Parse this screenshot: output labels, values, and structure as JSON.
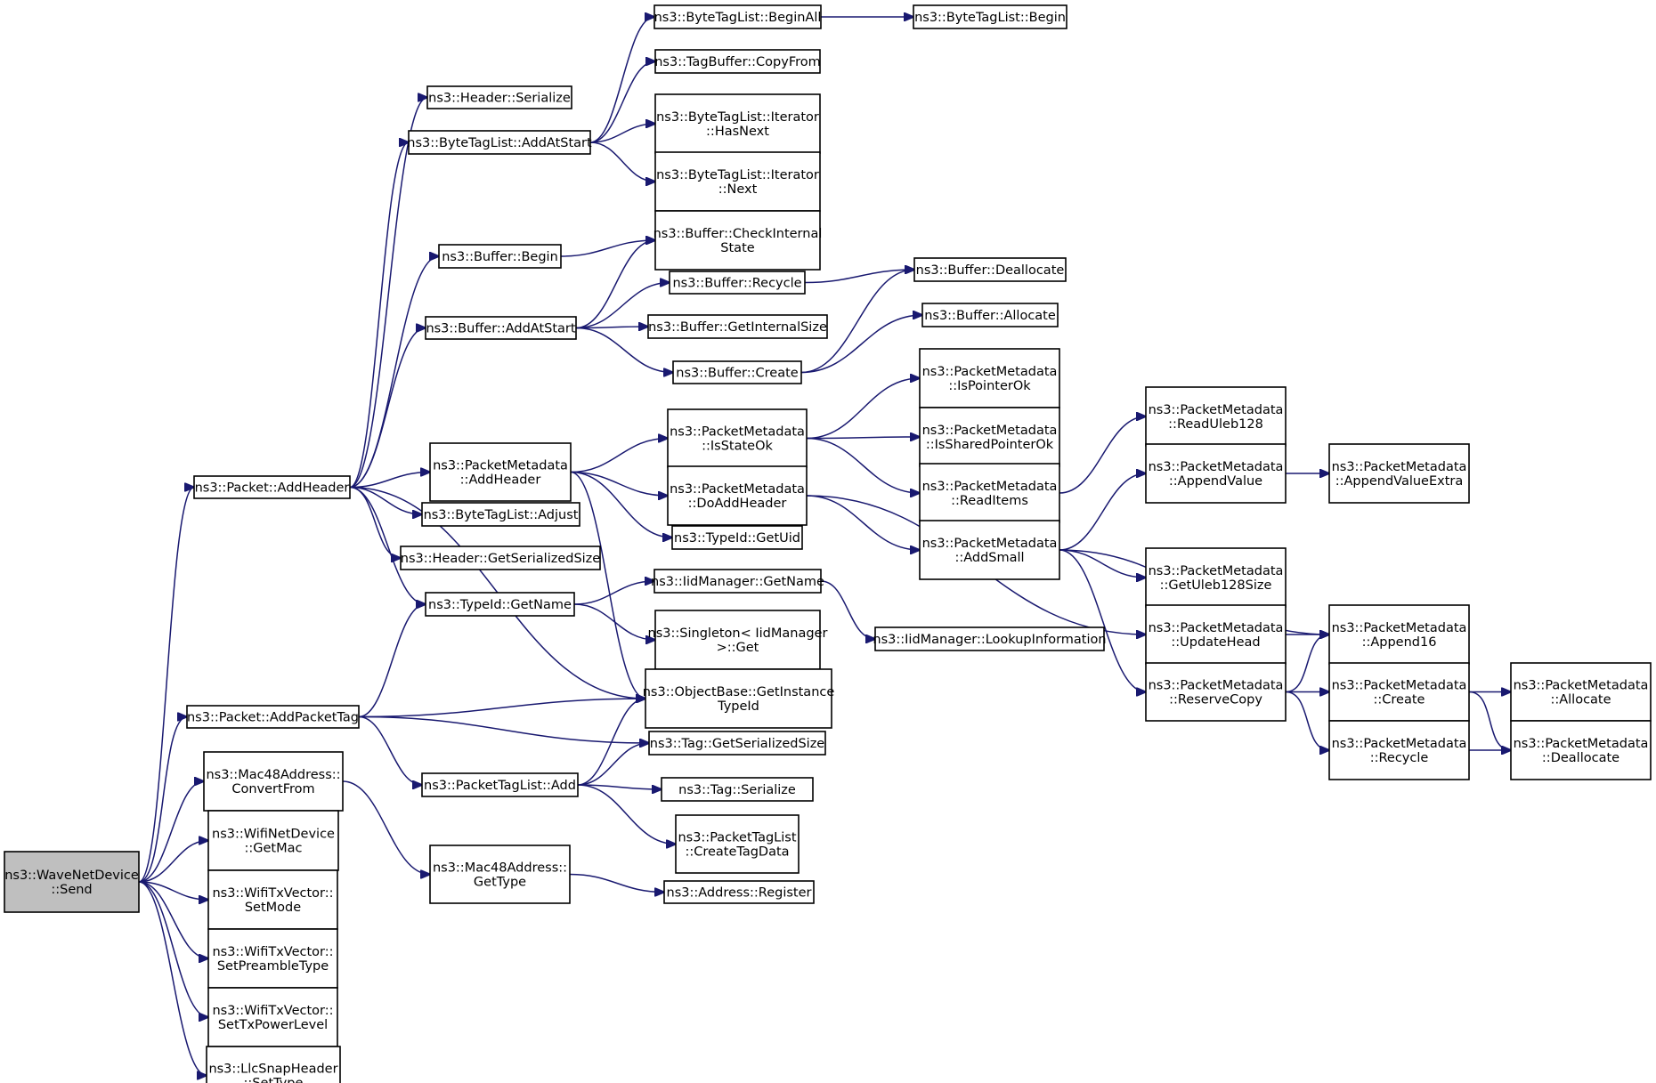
{
  "colors": {
    "edge": "#191970",
    "node_fill": "#ffffff",
    "root_fill": "#bfbfbf",
    "node_border": "#000000",
    "text": "#000000"
  },
  "nodes": {
    "send": {
      "lines": [
        "ns3::WaveNetDevice",
        "::Send"
      ],
      "root": true
    },
    "addheader": {
      "lines": [
        "ns3::Packet::AddHeader"
      ]
    },
    "addpackettag": {
      "lines": [
        "ns3::Packet::AddPacketTag"
      ]
    },
    "convertfrom": {
      "lines": [
        "ns3::Mac48Address::",
        "ConvertFrom"
      ]
    },
    "getmac": {
      "lines": [
        "ns3::WifiNetDevice",
        "::GetMac"
      ]
    },
    "setmode": {
      "lines": [
        "ns3::WifiTxVector::",
        "SetMode"
      ]
    },
    "setpreamble": {
      "lines": [
        "ns3::WifiTxVector::",
        "SetPreambleType"
      ]
    },
    "settxpower": {
      "lines": [
        "ns3::WifiTxVector::",
        "SetTxPowerLevel"
      ]
    },
    "settype": {
      "lines": [
        "ns3::LlcSnapHeader",
        "::SetType"
      ]
    },
    "hdrserialize": {
      "lines": [
        "ns3::Header::Serialize"
      ]
    },
    "btl_addatstart": {
      "lines": [
        "ns3::ByteTagList::AddAtStart"
      ]
    },
    "buf_begin": {
      "lines": [
        "ns3::Buffer::Begin"
      ]
    },
    "buf_addatstart": {
      "lines": [
        "ns3::Buffer::AddAtStart"
      ]
    },
    "pm_addheader": {
      "lines": [
        "ns3::PacketMetadata",
        "::AddHeader"
      ]
    },
    "btl_adjust": {
      "lines": [
        "ns3::ByteTagList::Adjust"
      ]
    },
    "hdr_getsersize": {
      "lines": [
        "ns3::Header::GetSerializedSize"
      ]
    },
    "typeid_getname": {
      "lines": [
        "ns3::TypeId::GetName"
      ]
    },
    "ptl_add": {
      "lines": [
        "ns3::PacketTagList::Add"
      ]
    },
    "mac48_gettype": {
      "lines": [
        "ns3::Mac48Address::",
        "GetType"
      ]
    },
    "btl_beginall": {
      "lines": [
        "ns3::ByteTagList::BeginAll"
      ]
    },
    "tagbuf_copyfrom": {
      "lines": [
        "ns3::TagBuffer::CopyFrom"
      ]
    },
    "btl_it_hasnext": {
      "lines": [
        "ns3::ByteTagList::Iterator",
        "::HasNext"
      ]
    },
    "btl_it_next": {
      "lines": [
        "ns3::ByteTagList::Iterator",
        "::Next"
      ]
    },
    "buf_checkinternal": {
      "lines": [
        "ns3::Buffer::CheckInternal",
        "State"
      ]
    },
    "buf_recycle": {
      "lines": [
        "ns3::Buffer::Recycle"
      ]
    },
    "buf_getinternalsize": {
      "lines": [
        "ns3::Buffer::GetInternalSize"
      ]
    },
    "buf_create": {
      "lines": [
        "ns3::Buffer::Create"
      ]
    },
    "pm_isstateok": {
      "lines": [
        "ns3::PacketMetadata",
        "::IsStateOk"
      ]
    },
    "pm_doaddheader": {
      "lines": [
        "ns3::PacketMetadata",
        "::DoAddHeader"
      ]
    },
    "typeid_getuid": {
      "lines": [
        "ns3::TypeId::GetUid"
      ]
    },
    "iid_getname": {
      "lines": [
        "ns3::IidManager::GetName"
      ]
    },
    "singleton_get": {
      "lines": [
        "ns3::Singleton< IidManager",
        " >::Get"
      ]
    },
    "obj_getinstancetypeid": {
      "lines": [
        "ns3::ObjectBase::GetInstance",
        "TypeId"
      ]
    },
    "tag_getsersize": {
      "lines": [
        "ns3::Tag::GetSerializedSize"
      ]
    },
    "tag_serialize": {
      "lines": [
        "ns3::Tag::Serialize"
      ]
    },
    "ptl_createtagdata": {
      "lines": [
        "ns3::PacketTagList",
        "::CreateTagData"
      ]
    },
    "addr_register": {
      "lines": [
        "ns3::Address::Register"
      ]
    },
    "btl_begin": {
      "lines": [
        "ns3::ByteTagList::Begin"
      ]
    },
    "buf_deallocate": {
      "lines": [
        "ns3::Buffer::Deallocate"
      ]
    },
    "buf_allocate": {
      "lines": [
        "ns3::Buffer::Allocate"
      ]
    },
    "pm_ispointerok": {
      "lines": [
        "ns3::PacketMetadata",
        "::IsPointerOk"
      ]
    },
    "pm_issharedpointerok": {
      "lines": [
        "ns3::PacketMetadata",
        "::IsSharedPointerOk"
      ]
    },
    "pm_readitems": {
      "lines": [
        "ns3::PacketMetadata",
        "::ReadItems"
      ]
    },
    "pm_addsmall": {
      "lines": [
        "ns3::PacketMetadata",
        "::AddSmall"
      ]
    },
    "iid_lookupinfo": {
      "lines": [
        "ns3::IidManager::LookupInformation"
      ]
    },
    "pm_readuleb128": {
      "lines": [
        "ns3::PacketMetadata",
        "::ReadUleb128"
      ]
    },
    "pm_appendvalue": {
      "lines": [
        "ns3::PacketMetadata",
        "::AppendValue"
      ]
    },
    "pm_getuleb128size": {
      "lines": [
        "ns3::PacketMetadata",
        "::GetUleb128Size"
      ]
    },
    "pm_updatehead": {
      "lines": [
        "ns3::PacketMetadata",
        "::UpdateHead"
      ]
    },
    "pm_reservecopy": {
      "lines": [
        "ns3::PacketMetadata",
        "::ReserveCopy"
      ]
    },
    "pm_appendvalueextra": {
      "lines": [
        "ns3::PacketMetadata",
        "::AppendValueExtra"
      ]
    },
    "pm_append16": {
      "lines": [
        "ns3::PacketMetadata",
        "::Append16"
      ]
    },
    "pm_create": {
      "lines": [
        "ns3::PacketMetadata",
        "::Create"
      ]
    },
    "pm_recycle": {
      "lines": [
        "ns3::PacketMetadata",
        "::Recycle"
      ]
    },
    "pm_allocate": {
      "lines": [
        "ns3::PacketMetadata",
        "::Allocate"
      ]
    },
    "pm_deallocate": {
      "lines": [
        "ns3::PacketMetadata",
        "::Deallocate"
      ]
    }
  },
  "edges": [
    [
      "send",
      "addheader"
    ],
    [
      "send",
      "addpackettag"
    ],
    [
      "send",
      "convertfrom"
    ],
    [
      "send",
      "getmac"
    ],
    [
      "send",
      "setmode"
    ],
    [
      "send",
      "setpreamble"
    ],
    [
      "send",
      "settxpower"
    ],
    [
      "send",
      "settype"
    ],
    [
      "addheader",
      "hdrserialize"
    ],
    [
      "addheader",
      "btl_addatstart"
    ],
    [
      "addheader",
      "buf_begin"
    ],
    [
      "addheader",
      "buf_addatstart"
    ],
    [
      "addheader",
      "pm_addheader"
    ],
    [
      "addheader",
      "btl_adjust"
    ],
    [
      "addheader",
      "hdr_getsersize"
    ],
    [
      "addheader",
      "typeid_getname"
    ],
    [
      "addheader",
      "obj_getinstancetypeid"
    ],
    [
      "btl_addatstart",
      "btl_beginall"
    ],
    [
      "btl_addatstart",
      "tagbuf_copyfrom"
    ],
    [
      "btl_addatstart",
      "btl_it_hasnext"
    ],
    [
      "btl_addatstart",
      "btl_it_next"
    ],
    [
      "btl_beginall",
      "btl_begin"
    ],
    [
      "buf_begin",
      "buf_checkinternal"
    ],
    [
      "buf_addatstart",
      "buf_checkinternal"
    ],
    [
      "buf_addatstart",
      "buf_recycle"
    ],
    [
      "buf_addatstart",
      "buf_getinternalsize"
    ],
    [
      "buf_addatstart",
      "buf_create"
    ],
    [
      "buf_recycle",
      "buf_deallocate"
    ],
    [
      "buf_create",
      "buf_allocate"
    ],
    [
      "buf_create",
      "buf_deallocate"
    ],
    [
      "pm_addheader",
      "pm_isstateok"
    ],
    [
      "pm_addheader",
      "pm_doaddheader"
    ],
    [
      "pm_addheader",
      "typeid_getuid"
    ],
    [
      "pm_addheader",
      "obj_getinstancetypeid"
    ],
    [
      "pm_isstateok",
      "pm_ispointerok"
    ],
    [
      "pm_isstateok",
      "pm_issharedpointerok"
    ],
    [
      "pm_isstateok",
      "pm_readitems"
    ],
    [
      "pm_readitems",
      "pm_readuleb128"
    ],
    [
      "pm_doaddheader",
      "pm_addsmall"
    ],
    [
      "pm_doaddheader",
      "pm_updatehead"
    ],
    [
      "pm_addsmall",
      "pm_appendvalue"
    ],
    [
      "pm_addsmall",
      "pm_getuleb128size"
    ],
    [
      "pm_addsmall",
      "pm_append16"
    ],
    [
      "pm_addsmall",
      "pm_reservecopy"
    ],
    [
      "pm_appendvalue",
      "pm_appendvalueextra"
    ],
    [
      "pm_updatehead",
      "pm_append16"
    ],
    [
      "pm_reservecopy",
      "pm_append16"
    ],
    [
      "pm_reservecopy",
      "pm_create"
    ],
    [
      "pm_reservecopy",
      "pm_recycle"
    ],
    [
      "pm_create",
      "pm_allocate"
    ],
    [
      "pm_create",
      "pm_deallocate"
    ],
    [
      "pm_recycle",
      "pm_deallocate"
    ],
    [
      "typeid_getname",
      "iid_getname"
    ],
    [
      "typeid_getname",
      "singleton_get"
    ],
    [
      "iid_getname",
      "iid_lookupinfo"
    ],
    [
      "addpackettag",
      "typeid_getname"
    ],
    [
      "addpackettag",
      "obj_getinstancetypeid"
    ],
    [
      "addpackettag",
      "tag_getsersize"
    ],
    [
      "addpackettag",
      "ptl_add"
    ],
    [
      "ptl_add",
      "obj_getinstancetypeid"
    ],
    [
      "ptl_add",
      "tag_getsersize"
    ],
    [
      "ptl_add",
      "tag_serialize"
    ],
    [
      "ptl_add",
      "ptl_createtagdata"
    ],
    [
      "convertfrom",
      "mac48_gettype"
    ],
    [
      "mac48_gettype",
      "addr_register"
    ]
  ]
}
